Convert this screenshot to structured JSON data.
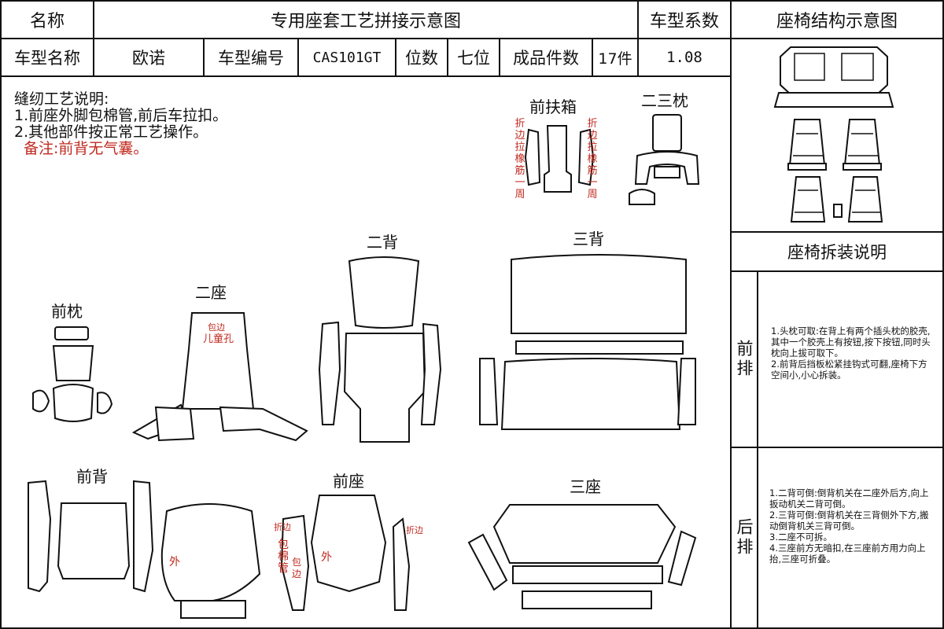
{
  "header": {
    "name_label": "名称",
    "title": "专用座套工艺拼接示意图",
    "factor_label": "车型系数",
    "structure_label": "座椅结构示意图",
    "model_name_label": "车型名称",
    "model_name": "欧诺",
    "model_code_label": "车型编号",
    "model_code": "CAS101GT",
    "seats_label": "位数",
    "seats": "七位",
    "pieces_label": "成品件数",
    "pieces": "17件",
    "factor": "1.08"
  },
  "notes": {
    "title": "缝纫工艺说明:",
    "line1": "1.前座外脚包棉管,前后车拉扣。",
    "line2": "2.其他部件按正常工艺操作。",
    "remark": "备注:前背无气囊。"
  },
  "parts": {
    "front_armrest": "前扶箱",
    "second_third_pillow": "二三枕",
    "second_back": "二背",
    "third_back": "三背",
    "front_pillow": "前枕",
    "second_seat": "二座",
    "front_back": "前背",
    "front_seat": "前座",
    "third_seat": "三座"
  },
  "annotations": {
    "fold_elastic_left": "折边拉橡筋一周",
    "fold_elastic_right": "折边拉橡筋一周",
    "hem": "包边",
    "child_hole": "儿童孔",
    "outer_back": "外",
    "outer_seat": "外",
    "fold_edge_left": "折边",
    "wrap_tube": "包棉管",
    "wrap_edge": "包边",
    "fold_edge_right": "折边"
  },
  "side_panel": {
    "disassembly_title": "座椅拆装说明",
    "front_row_label": "前排",
    "front_row_text": "1.头枕可取:在背上有两个插头枕的胶壳,其中一个胶壳上有按钮,按下按钮,同时头枕向上拔可取下。\n2.前背后挡板松紧挂钩式可翻,座椅下方空间小,小心拆装。",
    "rear_row_label": "后排",
    "rear_row_text": "1.二背可倒:倒背机关在二座外后方,向上扳动机关二背可倒。\n2.三背可倒:倒背机关在三背侧外下方,搬动倒背机关三背可倒。\n3.二座不可拆。\n4.三座前方无暗扣,在三座前方用力向上抬,三座可折叠。"
  },
  "colors": {
    "annotation_red": "#c0281e",
    "line": "#111111"
  }
}
